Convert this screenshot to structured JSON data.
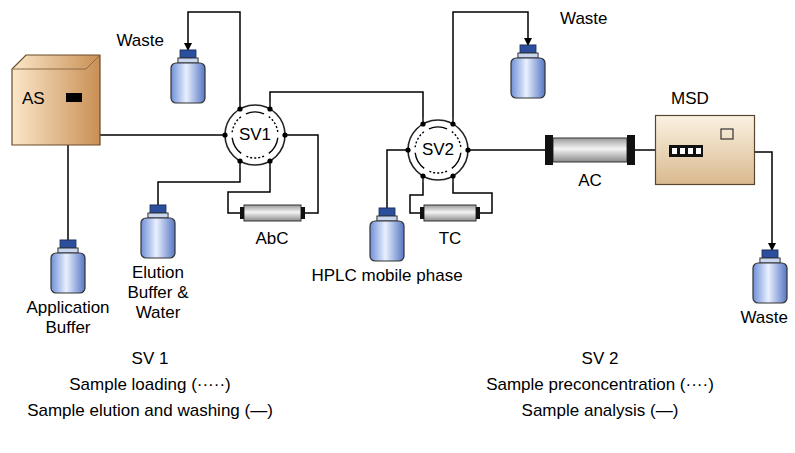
{
  "diagram": {
    "nodes": [
      {
        "text": [
          "Waste"
        ]
      },
      {
        "text": [
          "AS"
        ]
      },
      {
        "text": [
          "SV1"
        ]
      },
      {
        "text": [
          "Waste"
        ]
      },
      {
        "text": [
          "SV2"
        ]
      },
      {
        "text": [
          "AC"
        ]
      },
      {
        "text": [
          "MSD"
        ]
      },
      {
        "text": [
          "AbC"
        ]
      },
      {
        "text": [
          "TC"
        ]
      },
      {
        "text": [
          "Application Buffer"
        ]
      },
      {
        "text": [
          "Elution Buffer & Water"
        ]
      },
      {
        "text": [
          "HPLC mobile phase"
        ]
      },
      {
        "text": [
          "Waste"
        ]
      }
    ],
    "edges": [
      {
        "from": 9,
        "to": 1,
        "arrow": "none"
      },
      {
        "from": 1,
        "to": 2,
        "arrow": "none"
      },
      {
        "from": 2,
        "to": 0,
        "arrow": "to"
      },
      {
        "from": 10,
        "to": 2,
        "arrow": "none"
      },
      {
        "from": 2,
        "to": 7,
        "arrow": "none"
      },
      {
        "from": 2,
        "to": 7,
        "arrow": "none"
      },
      {
        "from": 2,
        "to": 4,
        "arrow": "none"
      },
      {
        "from": 4,
        "to": 3,
        "arrow": "to"
      },
      {
        "from": 11,
        "to": 4,
        "arrow": "none"
      },
      {
        "from": 4,
        "to": 8,
        "arrow": "none"
      },
      {
        "from": 4,
        "to": 8,
        "arrow": "none"
      },
      {
        "from": 4,
        "to": 5,
        "arrow": "none"
      },
      {
        "from": 5,
        "to": 6,
        "arrow": "none"
      },
      {
        "from": 6,
        "to": 12,
        "arrow": "to"
      }
    ],
    "labels": [
      "SV 1",
      "Sample loading (·····)",
      "Sample elution and washing (—)",
      "SV 2",
      "Sample preconcentration (····)",
      "Sample analysis (—)"
    ]
  }
}
